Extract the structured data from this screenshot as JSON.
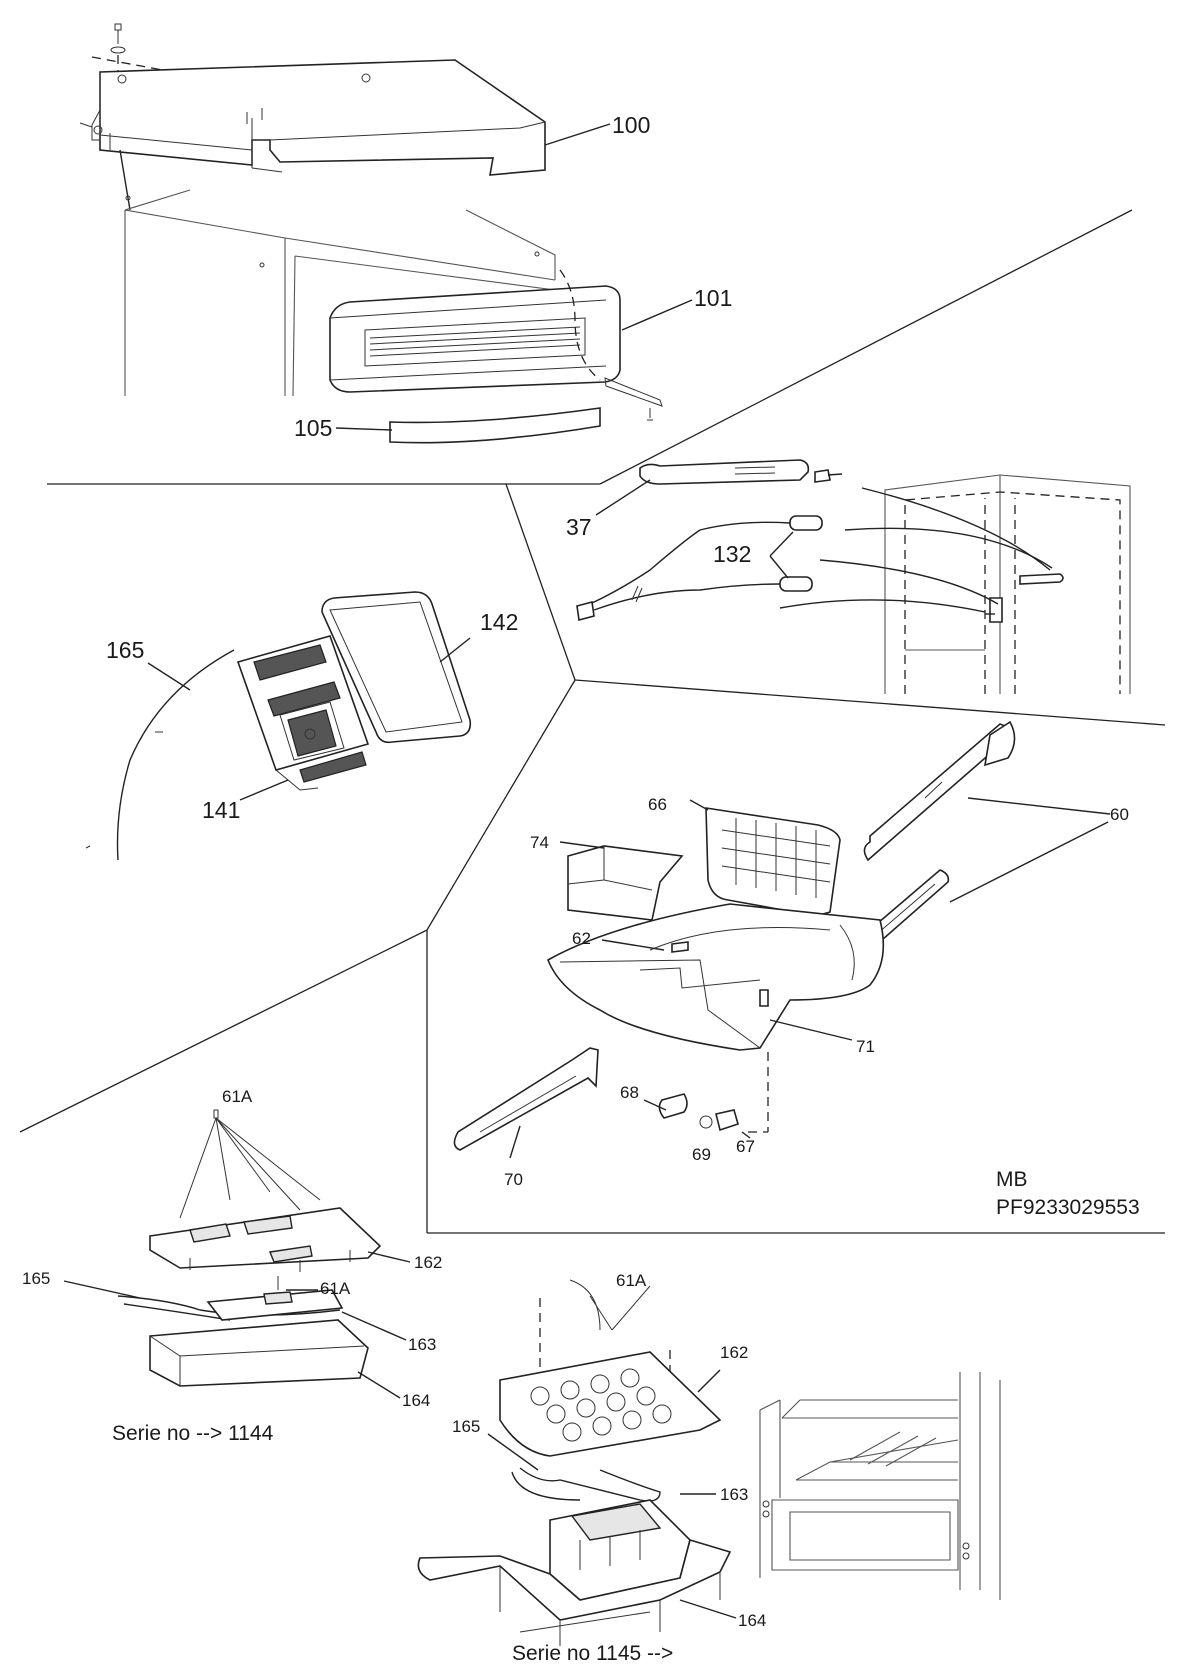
{
  "labels": {
    "l100": "100",
    "l101": "101",
    "l105": "105",
    "l37": "37",
    "l132": "132",
    "l165a": "165",
    "l142": "142",
    "l141": "141",
    "l60": "60",
    "l66": "66",
    "l74": "74",
    "l62": "62",
    "l71": "71",
    "l68": "68",
    "l69": "69",
    "l67": "67",
    "l70": "70",
    "l61a1": "61A",
    "l162a": "162",
    "l165b": "165",
    "l61a2": "61A",
    "l163a": "163",
    "l164a": "164",
    "l61a3": "61A",
    "l162b": "162",
    "l165c": "165",
    "l163b": "163",
    "l164b": "164"
  },
  "notes": {
    "mb": "MB",
    "pf": "PF9233029553",
    "serie_old": "Serie no --> 1144",
    "serie_new": "Serie no 1145 -->"
  }
}
